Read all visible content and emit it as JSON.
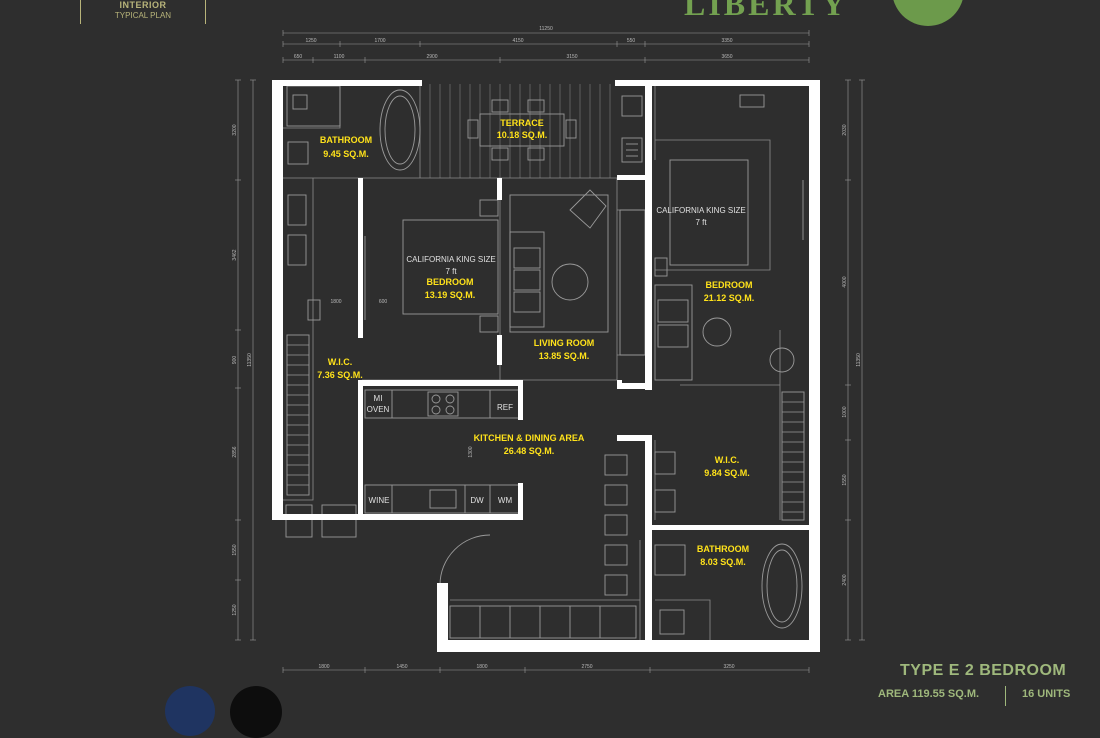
{
  "header": {
    "line1": "INTERIOR",
    "line2": "TYPICAL PLAN",
    "brand": "LIBERTY"
  },
  "colors": {
    "background": "#2e2e2e",
    "walls": "#ffffff",
    "room_labels": "#ffe21a",
    "brand": "#73a150",
    "type_text": "#9fb87c"
  },
  "rooms": [
    {
      "name": "BATHROOM",
      "area": "9.45 SQ.M."
    },
    {
      "name": "TERRACE",
      "area": "10.18 SQ.M."
    },
    {
      "name": "BEDROOM",
      "area": "13.19 SQ.M."
    },
    {
      "name": "LIVING ROOM",
      "area": "13.85 SQ.M."
    },
    {
      "name": "W.I.C.",
      "area": "7.36 SQ.M."
    },
    {
      "name": "KITCHEN & DINING AREA",
      "area": "26.48 SQ.M."
    },
    {
      "name": "BEDROOM",
      "area": "21.12 SQ.M."
    },
    {
      "name": "W.I.C.",
      "area": "9.84 SQ.M."
    },
    {
      "name": "BATHROOM",
      "area": "8.03 SQ.M."
    }
  ],
  "bed_labels": [
    {
      "text": "CALIFORNIA KING SIZE",
      "sub": "7 ft"
    },
    {
      "text": "CALIFORNIA KING SIZE",
      "sub": "7 ft"
    }
  ],
  "fixtures": {
    "mi_oven_1": "MI",
    "mi_oven_2": "OVEN",
    "ref": "REF",
    "wine": "WINE",
    "dw": "DW",
    "wm": "WM"
  },
  "dimensions": {
    "top_total": "11250",
    "top_row1": [
      "1250",
      "1700",
      "4150",
      "550",
      "3350"
    ],
    "top_row2": [
      "650",
      "1100",
      "2900",
      "3150",
      "3650"
    ],
    "bottom": [
      "1800",
      "1450",
      "1800",
      "2750",
      "3250"
    ],
    "left": [
      "3200",
      "3462",
      "900",
      "2856",
      "1550",
      "1250"
    ],
    "left_total": "11350",
    "right": [
      "2030",
      "4000",
      "1000",
      "1550",
      "2400"
    ],
    "right_total": "11350",
    "inner": [
      "1800",
      "600",
      "1300"
    ]
  },
  "footer": {
    "type": "TYPE E  2 BEDROOM",
    "area": "AREA 119.55 SQ.M.",
    "units": "16 UNITS"
  }
}
